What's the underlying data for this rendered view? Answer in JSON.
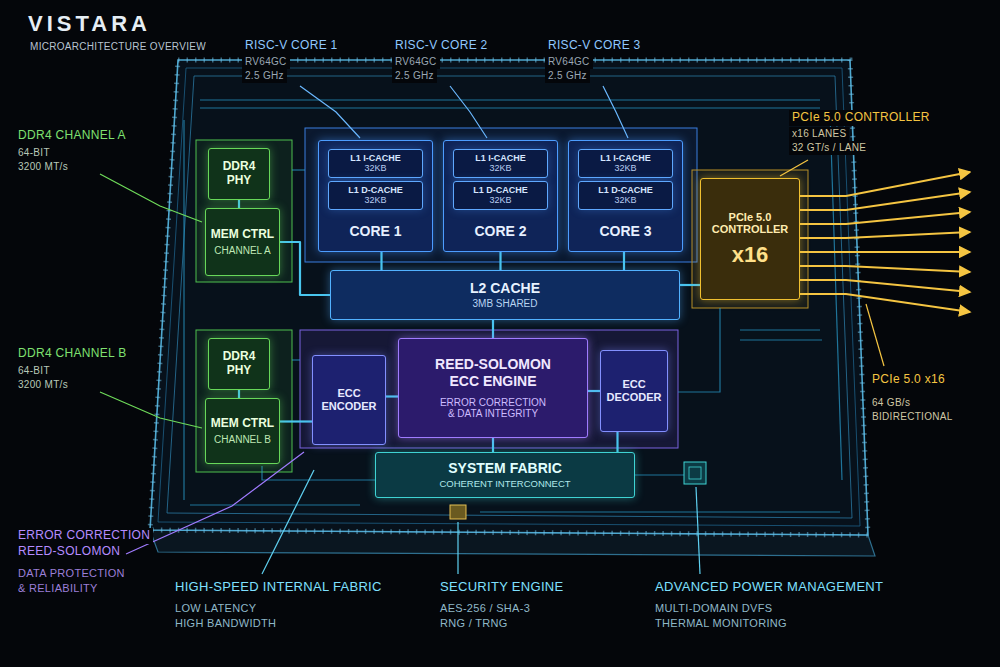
{
  "diagram": {
    "title": "VISTARA",
    "nodes": [
      {
        "text": [
          "DDR4 PHY"
        ]
      },
      {
        "text": [
          "MEM CTRL",
          "CHANNEL A"
        ]
      },
      {
        "text": [
          "CORE 1"
        ]
      },
      {
        "text": [
          "L1 I-CACHE",
          "32KB"
        ],
        "in": 2
      },
      {
        "text": [
          "L1 D-CACHE",
          "32KB"
        ],
        "in": 2
      },
      {
        "text": [
          "CORE 2"
        ]
      },
      {
        "text": [
          "L1 I-CACHE",
          "32KB"
        ],
        "in": 5
      },
      {
        "text": [
          "L1 D-CACHE",
          "32KB"
        ],
        "in": 5
      },
      {
        "text": [
          "CORE 3"
        ]
      },
      {
        "text": [
          "L1 I-CACHE",
          "32KB"
        ],
        "in": 8
      },
      {
        "text": [
          "L1 D-CACHE",
          "32KB"
        ],
        "in": 8
      },
      {
        "text": [
          "PCIe 5.0 CONTROLLER",
          "x16"
        ]
      },
      {
        "text": [
          "L2 CACHE",
          "3MB SHARED"
        ]
      },
      {
        "text": [
          "DDR4 PHY"
        ]
      },
      {
        "text": [
          "MEM CTRL",
          "CHANNEL B"
        ]
      },
      {
        "text": [
          "ECC ENCODER"
        ]
      },
      {
        "text": [
          "REED-SOLOMON ECC ENGINE",
          "ERROR CORRECTION & DATA INTEGRITY"
        ]
      },
      {
        "text": [
          "ECC DECODER"
        ]
      },
      {
        "text": [
          "SYSTEM FABRIC",
          "COHERENT INTERCONNECT"
        ]
      }
    ],
    "edges": [
      {
        "from": 0,
        "to": 1,
        "arrow": "none"
      },
      {
        "from": 1,
        "to": 12,
        "arrow": "none"
      },
      {
        "from": 2,
        "to": 12,
        "arrow": "none"
      },
      {
        "from": 5,
        "to": 12,
        "arrow": "none"
      },
      {
        "from": 8,
        "to": 12,
        "arrow": "none"
      },
      {
        "from": 12,
        "to": 11,
        "arrow": "none"
      },
      {
        "from": 13,
        "to": 14,
        "arrow": "none"
      },
      {
        "from": 14,
        "to": 15,
        "arrow": "none"
      },
      {
        "from": 15,
        "to": 16,
        "arrow": "none"
      },
      {
        "from": 16,
        "to": 17,
        "arrow": "none"
      },
      {
        "from": 12,
        "to": 16,
        "arrow": "none"
      },
      {
        "from": 16,
        "to": 18,
        "arrow": "none"
      },
      {
        "from": 17,
        "to": 18,
        "arrow": "none"
      }
    ],
    "labels": [
      "MICROARCHITECTURE OVERVIEW",
      "RISC-V CORE 1",
      "RV64GC",
      "2.5 GHz",
      "RISC-V CORE 2",
      "RV64GC",
      "2.5 GHz",
      "RISC-V CORE 3",
      "RV64GC",
      "2.5 GHz",
      "PCIe 5.0 CONTROLLER",
      "x16 LANES",
      "32 GT/s / LANE",
      "DDR4 CHANNEL A",
      "64-BIT",
      "3200 MT/s",
      "DDR4 CHANNEL B",
      "64-BIT",
      "3200 MT/s",
      "PCIe 5.0 x16",
      "64 GB/s",
      "BIDIRECTIONAL",
      "ERROR CORRECTION",
      "REED-SOLOMON",
      "DATA PROTECTION",
      "& RELIABILITY",
      "HIGH-SPEED INTERNAL FABRIC",
      "LOW LATENCY",
      "HIGH BANDWIDTH",
      "SECURITY ENGINE",
      "AES-256 / SHA-3",
      "RNG / TRNG",
      "ADVANCED POWER MANAGEMENT",
      "MULTI-DOMAIN DVFS",
      "THERMAL MONITORING"
    ]
  }
}
